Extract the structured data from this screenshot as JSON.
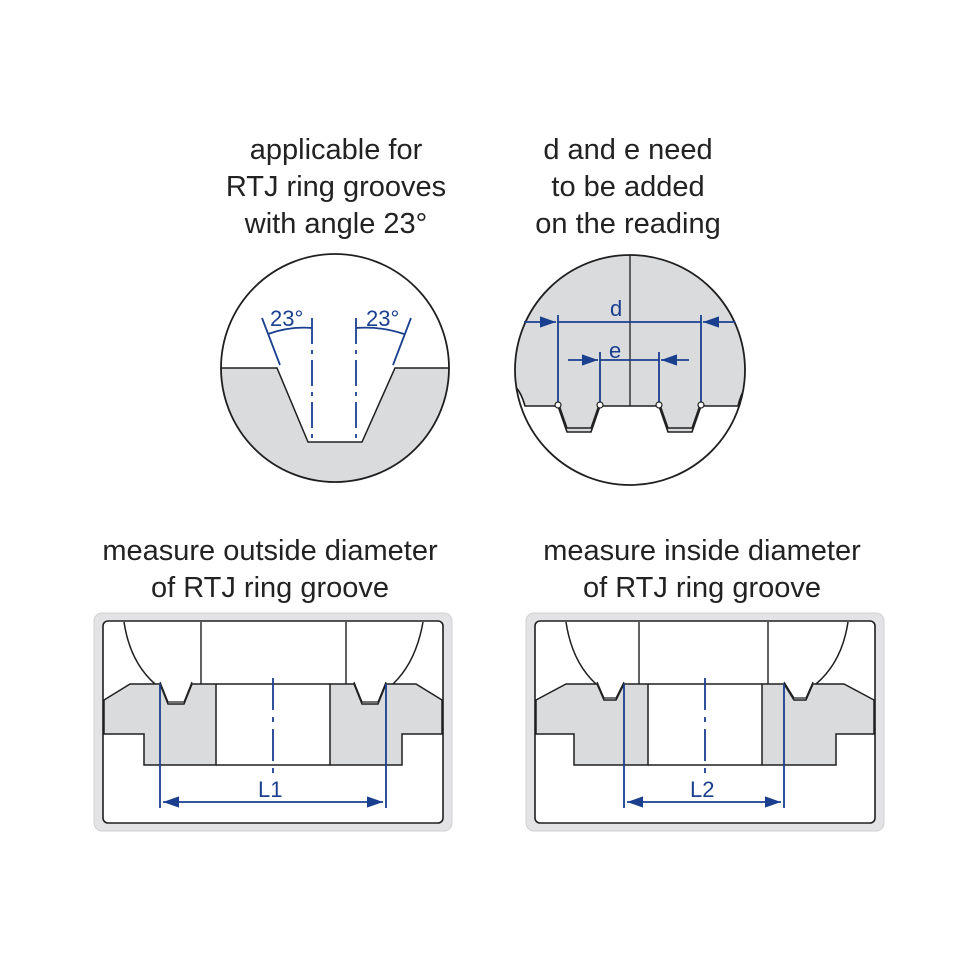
{
  "captions": {
    "angle": [
      "applicable for",
      "RTJ ring grooves",
      "with angle 23°"
    ],
    "de": [
      "d and e need",
      "to be added",
      "on the reading"
    ],
    "outside": [
      "measure outside diameter",
      "of RTJ ring groove"
    ],
    "inside": [
      "measure inside diameter",
      "of RTJ ring groove"
    ]
  },
  "labels": {
    "angle_left": "23°",
    "angle_right": "23°",
    "d": "d",
    "e": "e",
    "L1": "L1",
    "L2": "L2"
  },
  "colors": {
    "fill": "#dadbdd",
    "outline": "#1f1f1f",
    "dimension": "#1a3f8f",
    "frame": "#d0d0d2"
  }
}
